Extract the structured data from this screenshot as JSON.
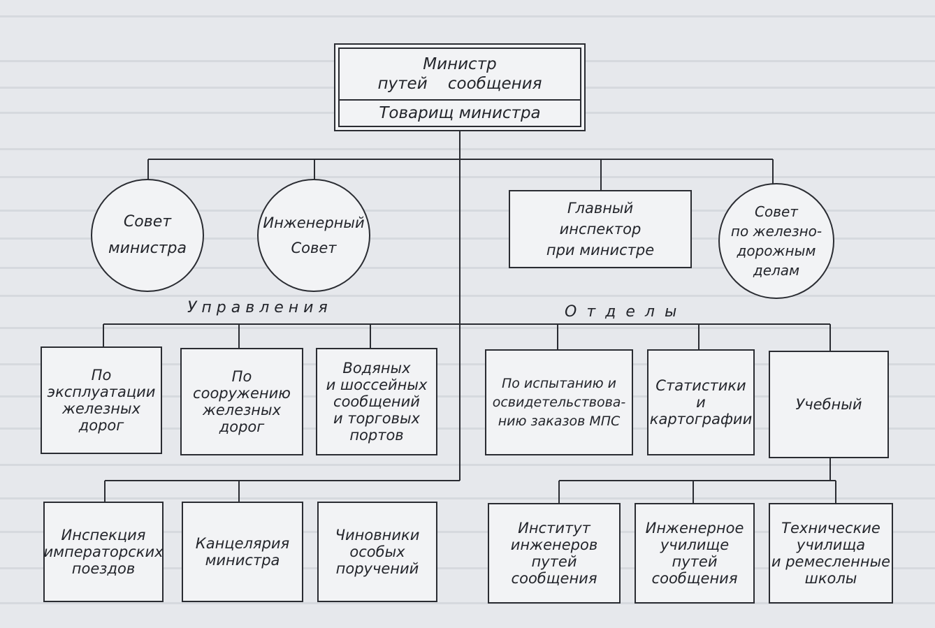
{
  "minister": {
    "line1": "Министр",
    "line2": "путей    сообщения",
    "deputy": "Товарищ министра"
  },
  "councils": {
    "minister_council": [
      "Совет",
      "министра"
    ],
    "engineering_council": [
      "Инженерный",
      "Совет"
    ],
    "chief_inspector": [
      "Главный",
      "инспектор",
      "при министре"
    ],
    "railway_council": [
      "Совет",
      "по железно-",
      "дорожным",
      "делам"
    ]
  },
  "group_labels": {
    "directorates": "Управления",
    "departments": "Отделы"
  },
  "directorates": [
    [
      "По",
      "эксплуатации",
      "железных",
      "дорог"
    ],
    [
      "По",
      "сооружению",
      "железных",
      "дорог"
    ],
    [
      "Водяных",
      "и шоссейных",
      "сообщений",
      "и торговых",
      "портов"
    ]
  ],
  "departments": [
    [
      "По испытанию и",
      "освидетельствова-",
      "нию заказов МПС"
    ],
    [
      "Статистики",
      "и",
      "картографии"
    ],
    [
      "Учебный"
    ]
  ],
  "bottom_left": [
    [
      "Инспекция",
      "императорских",
      "поездов"
    ],
    [
      "Канцелярия",
      "министра"
    ],
    [
      "Чиновники",
      "особых",
      "поручений"
    ]
  ],
  "education": [
    [
      "Институт",
      "инженеров",
      "путей",
      "сообщения"
    ],
    [
      "Инженерное",
      "училище",
      "путей",
      "сообщения"
    ],
    [
      "Технические",
      "училища",
      "и ремесленные",
      "школы"
    ]
  ]
}
